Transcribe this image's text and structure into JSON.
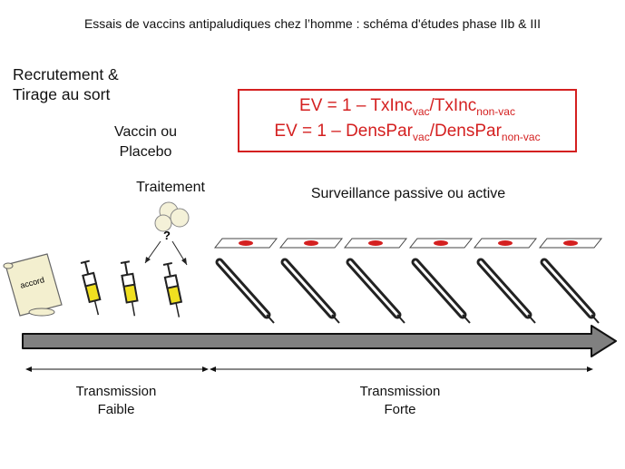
{
  "title": "Essais de vaccins antipaludiques  chez l’homme : schéma d'études phase IIb & III",
  "steps": {
    "recrutement_line1": "Recrutement &",
    "recrutement_line2": "Tirage au sort",
    "vaccin_line1": "Vaccin ou",
    "vaccin_line2": "Placebo",
    "traitement": "Traitement",
    "surveillance": "Surveillance passive ou active"
  },
  "formula": {
    "line1_prefix": "EV = 1 – TxInc",
    "line1_sub1": "vac",
    "line1_mid": "/TxInc",
    "line1_sub2": "non-vac",
    "line2_prefix": "EV = 1 – DensPar",
    "line2_sub1": "vac",
    "line2_mid": "/DensPar",
    "line2_sub2": "non-vac"
  },
  "icons": {
    "scroll_text": "accord",
    "pill_mark": "?"
  },
  "transmission": {
    "low_line1": "Transmission",
    "low_line2": "Faible",
    "high_line1": "Transmission",
    "high_line2": "Forte"
  },
  "colors": {
    "accent_red": "#d42020",
    "syringe_fill": "#f0e020",
    "timeline_gray": "#808080",
    "scroll": "#f3efcf"
  }
}
